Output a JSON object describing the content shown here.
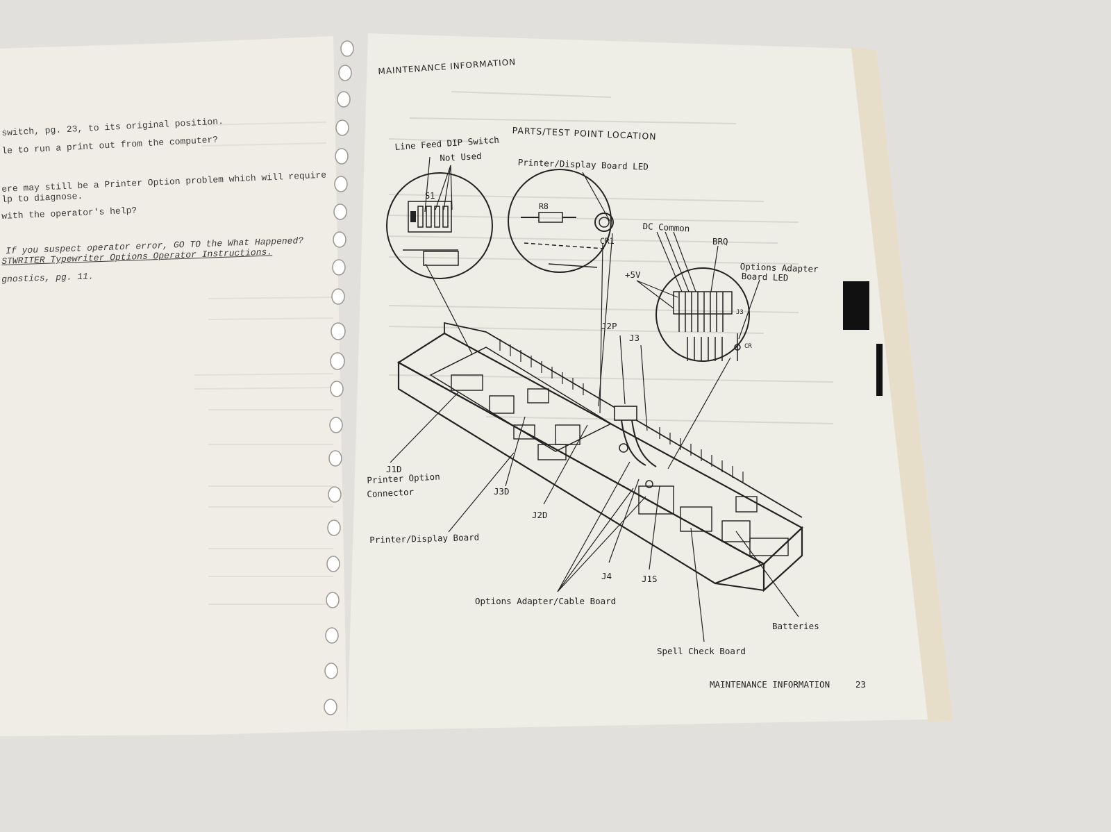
{
  "left_page": {
    "lines": [
      {
        "text": "switch, pg. 23, to its original position.",
        "style": ""
      },
      {
        "text": "le to run a print out from the computer?",
        "style": ""
      },
      {
        "text": "ere may still be a Printer Option problem which will require",
        "style": ""
      },
      {
        "text": "lp to diagnose.",
        "style": ""
      },
      {
        "text": "with the operator's help?",
        "style": ""
      },
      {
        "text": "If you suspect operator error, GO TO the What Happened?",
        "style": "italic"
      },
      {
        "text": "STWRITER Typewriter Options Operator Instructions.",
        "style": "italic underline"
      },
      {
        "text": "gnostics, pg. 11.",
        "style": "italic"
      }
    ]
  },
  "right_page": {
    "header": "MAINTENANCE INFORMATION",
    "title": "PARTS/TEST POINT LOCATION",
    "footer_label": "MAINTENANCE INFORMATION",
    "page_number": "23"
  },
  "diagram": {
    "labels": {
      "line_feed": "Line Feed DIP Switch",
      "not_used": "Not Used",
      "printer_display_led": "Printer/Display Board LED",
      "s1": "S1",
      "r8": "R8",
      "cr1": "CR1",
      "dc_common": "DC Common",
      "brq": "BRQ",
      "plus5v": "+5V",
      "options_adapter_led_1": "Options Adapter",
      "options_adapter_led_2": "Board LED",
      "j3_inner": "J3",
      "cr_inner": "CR",
      "j2p": "J2P",
      "j3": "J3",
      "j1d": "J1D",
      "printer_option_1": "Printer Option",
      "printer_option_2": "Connector",
      "j3d": "J3D",
      "j2d": "J2D",
      "printer_display_board": "Printer/Display Board",
      "j4": "J4",
      "j1s": "J1S",
      "options_adapter_cable": "Options Adapter/Cable Board",
      "batteries": "Batteries",
      "spell_check": "Spell Check Board"
    }
  },
  "colors": {
    "background": "#e2e0dd",
    "left_page": "#efede6",
    "right_page": "#eeede6",
    "tab": "#e6dec8",
    "ink": "#222222",
    "ring": "#ffffff"
  }
}
